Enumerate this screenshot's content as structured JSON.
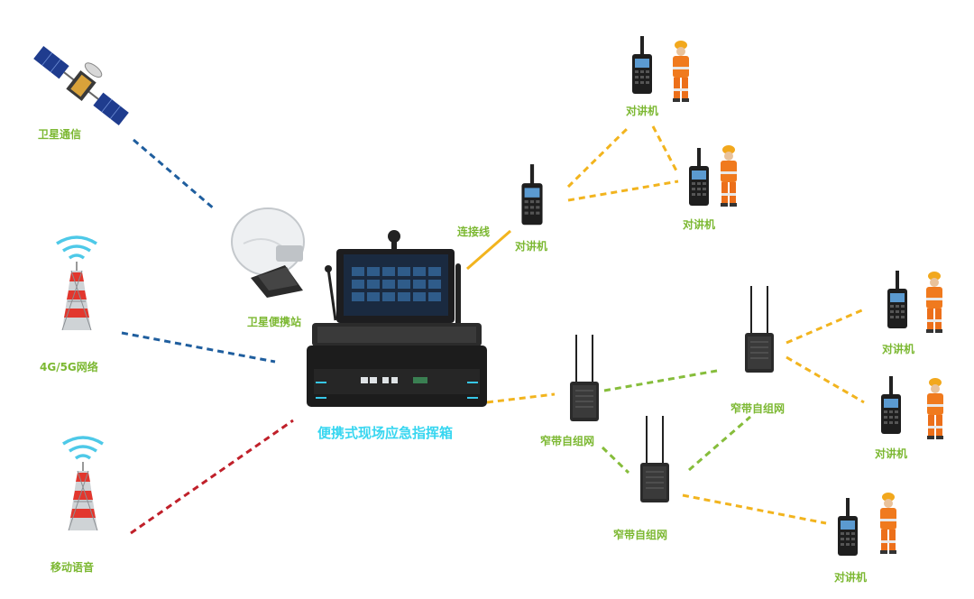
{
  "labels": {
    "satellite": "卫星通信",
    "network": "4G/5G网络",
    "mobile_voice": "移动语音",
    "satellite_station": "卫星便携站",
    "command_box": "便携式现场应急指挥箱",
    "cable": "连接线",
    "radio_main": "对讲机",
    "radio_top": "对讲机",
    "radio_mid": "对讲机",
    "narrowband_left": "窄带自组网",
    "narrowband_bottom": "窄带自组网",
    "narrowband_right": "窄带自组网",
    "radio_right_1": "对讲机",
    "radio_right_2": "对讲机",
    "radio_bottom": "对讲机"
  },
  "colors": {
    "line_satellite": "#1f5e9e",
    "line_network": "#1f5e9e",
    "line_mobile": "#c0202a",
    "line_radio": "#f2b41e",
    "line_mesh": "#86bd3b",
    "label_green": "#7cb832",
    "label_cyan": "#37d6f0"
  }
}
